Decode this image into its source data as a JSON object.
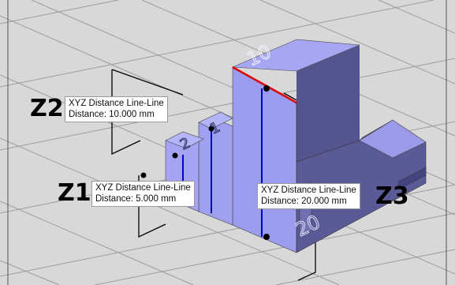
{
  "viewport": {
    "background": "#d8d8d8",
    "grid_color": "#9c9c9c",
    "part_face_color": "#9c9cee",
    "part_side_color": "#54548e",
    "part_top_color": "#a8a8f4",
    "selected_edge_color": "#e00000",
    "measure_line_color": "#0000d0"
  },
  "part_engravings": {
    "top": "10",
    "step_middle": "1",
    "step_low": "2",
    "side": "20"
  },
  "axis_labels": {
    "z1": "Z1",
    "z2": "Z2",
    "z3": "Z3"
  },
  "measurements": [
    {
      "title": "XYZ Distance Line-Line",
      "distance": "Distance: 10.000 mm"
    },
    {
      "title": "XYZ Distance Line-Line",
      "distance": "Distance: 5.000 mm"
    },
    {
      "title": "XYZ Distance Line-Line",
      "distance": "Distance: 20.000 mm"
    }
  ]
}
